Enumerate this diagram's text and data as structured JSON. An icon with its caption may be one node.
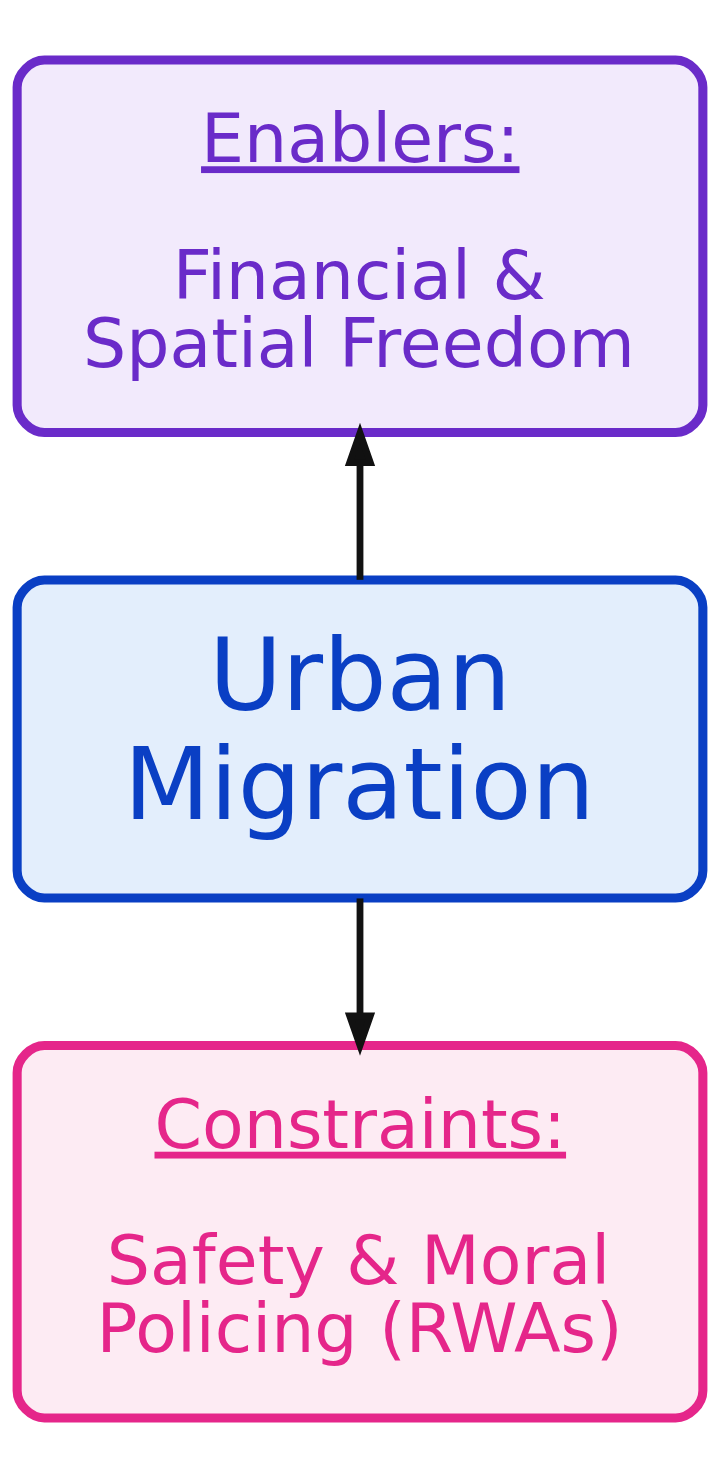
{
  "diagram": {
    "nodes": [
      {
        "text": [
          "Enablers:",
          "Financial & Spatial Freedom"
        ]
      },
      {
        "text": [
          "Urban Migration"
        ]
      },
      {
        "text": [
          "Constraints:",
          "Safety & Moral Policing (RWAs)"
        ]
      }
    ],
    "edges": [
      {
        "from": 1,
        "to": 0,
        "arrow": "to"
      },
      {
        "from": 1,
        "to": 2,
        "arrow": "to"
      }
    ]
  }
}
